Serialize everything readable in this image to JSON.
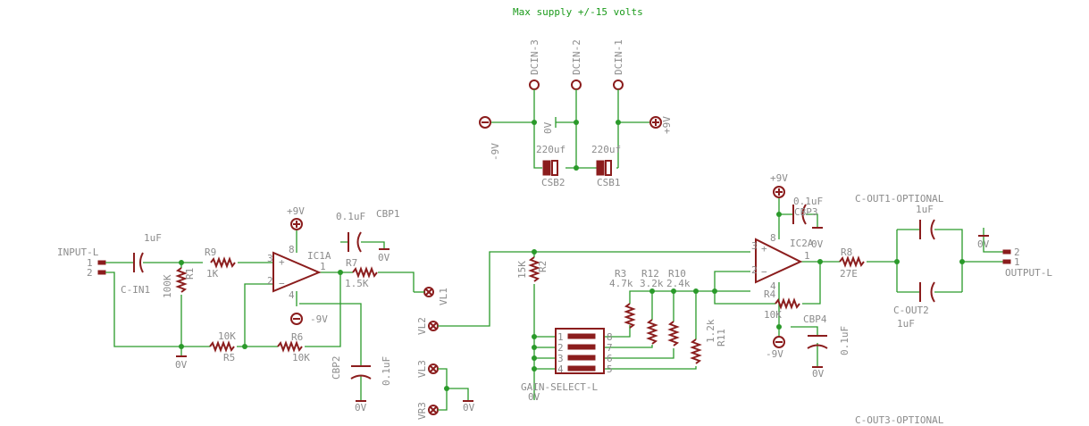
{
  "title": "Max supply +/-15 volts",
  "connectors": {
    "dcin3": "DCIN-3",
    "dcin2": "DCIN-2",
    "dcin1": "DCIN-1"
  },
  "supply": {
    "neg": "-9V",
    "pos": "+9V",
    "gnd": "0V"
  },
  "caps": {
    "csb2_value": "220uf",
    "csb2_name": "CSB2",
    "csb1_value": "220uf",
    "csb1_name": "CSB1",
    "cin_value": "1uF",
    "cin_name": "C-IN1",
    "cbp1_value": "0.1uF",
    "cbp1_name": "CBP1",
    "cbp2_value": "0.1uF",
    "cbp2_name": "CBP2",
    "cbp3_value": "0.1uF",
    "cbp3_name": "CBP3",
    "cbp4_value": "0.1uF",
    "cbp4_name": "CBP4",
    "cout1_name": "C-OUT1-OPTIONAL",
    "cout1_value": "1uF",
    "cout2_name": "C-OUT2",
    "cout2_value": "1uF",
    "cout3_name": "C-OUT3-OPTIONAL"
  },
  "resistors": {
    "r1_name": "R1",
    "r1_value": "100K",
    "r9_name": "R9",
    "r9_value": "1K",
    "r5_name": "R5",
    "r5_value": "10K",
    "r6_name": "R6",
    "r6_value": "10K",
    "r7_name": "R7",
    "r7_value": "1.5K",
    "r2_name": "R2",
    "r2_value": "15K",
    "r3_name": "R3",
    "r3_value": "4.7k",
    "r12_name": "R12",
    "r12_value": "3.2k",
    "r10_name": "R10",
    "r10_value": "2.4k",
    "r11_name": "R11",
    "r11_value": "1.2k",
    "r4_name": "R4",
    "r4_value": "10K",
    "r8_name": "R8",
    "r8_value": "27E"
  },
  "ics": {
    "ic1a": "IC1A",
    "ic2a": "IC2A"
  },
  "pins": {
    "p1": "1",
    "p2": "2",
    "p3": "3",
    "p4": "4",
    "p8": "8"
  },
  "input": {
    "name": "INPUT-L",
    "pin1": "1",
    "pin2": "2"
  },
  "output": {
    "name": "OUTPUT-L",
    "pin1": "1",
    "pin2": "2"
  },
  "pads": {
    "vl1": "VL1",
    "vl2": "VL2",
    "vl3": "VL3",
    "vr3": "VR3"
  },
  "switch": {
    "name": "GAIN-SELECT-L",
    "l1": "1",
    "l2": "2",
    "l3": "3",
    "l4": "4",
    "r8": "8",
    "r7": "7",
    "r6": "6",
    "r5": "5"
  }
}
